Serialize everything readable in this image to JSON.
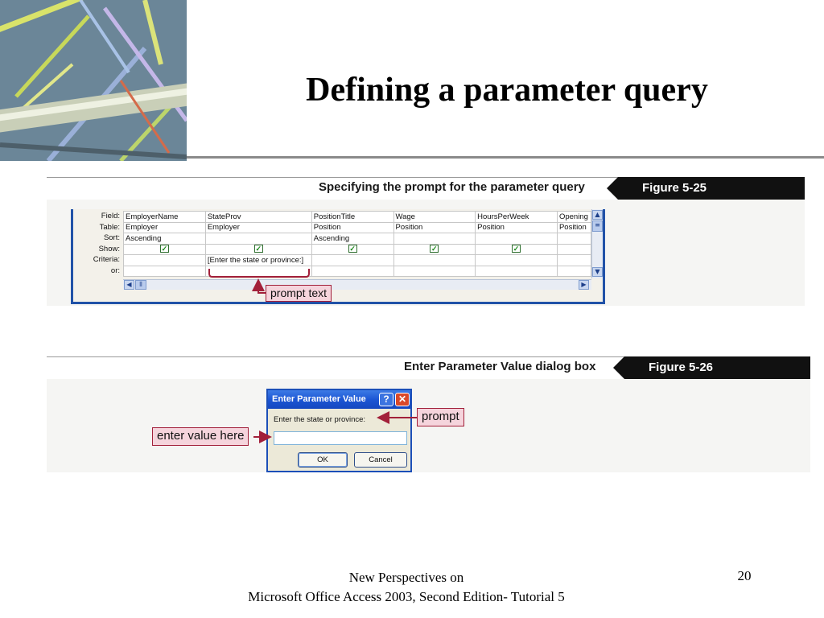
{
  "slide": {
    "title": "Defining a parameter query",
    "footer_line1": "New Perspectives on",
    "footer_line2": "Microsoft Office Access 2003, Second Edition- Tutorial 5",
    "page_number": "20"
  },
  "figure1": {
    "caption": "Specifying the prompt for the parameter query",
    "badge": "Figure 5-25",
    "row_labels": [
      "Field:",
      "Table:",
      "Sort:",
      "Show:",
      "Criteria:",
      "or:"
    ],
    "columns": [
      {
        "field": "EmployerName",
        "table": "Employer",
        "sort": "Ascending",
        "show": true,
        "criteria": ""
      },
      {
        "field": "StateProv",
        "table": "Employer",
        "sort": "",
        "show": true,
        "criteria": "[Enter the state or province:]"
      },
      {
        "field": "PositionTitle",
        "table": "Position",
        "sort": "Ascending",
        "show": true,
        "criteria": ""
      },
      {
        "field": "Wage",
        "table": "Position",
        "sort": "",
        "show": true,
        "criteria": ""
      },
      {
        "field": "HoursPerWeek",
        "table": "Position",
        "sort": "",
        "show": true,
        "criteria": ""
      },
      {
        "field": "Opening",
        "table": "Position",
        "sort": "",
        "show": false,
        "criteria": ""
      }
    ],
    "callout": "prompt text"
  },
  "figure2": {
    "caption": "Enter Parameter Value dialog box",
    "badge": "Figure 5-26",
    "dialog": {
      "title": "Enter Parameter Value",
      "help_label": "?",
      "close_label": "✕",
      "prompt": "Enter the state or province:",
      "input_value": "",
      "ok_label": "OK",
      "cancel_label": "Cancel"
    },
    "callout_prompt": "prompt",
    "callout_enter": "enter value here"
  },
  "colors": {
    "badge_bg": "#111111",
    "callout_bg": "#f5d4dc",
    "callout_border": "#a2203a",
    "window_border": "#2152a8"
  }
}
